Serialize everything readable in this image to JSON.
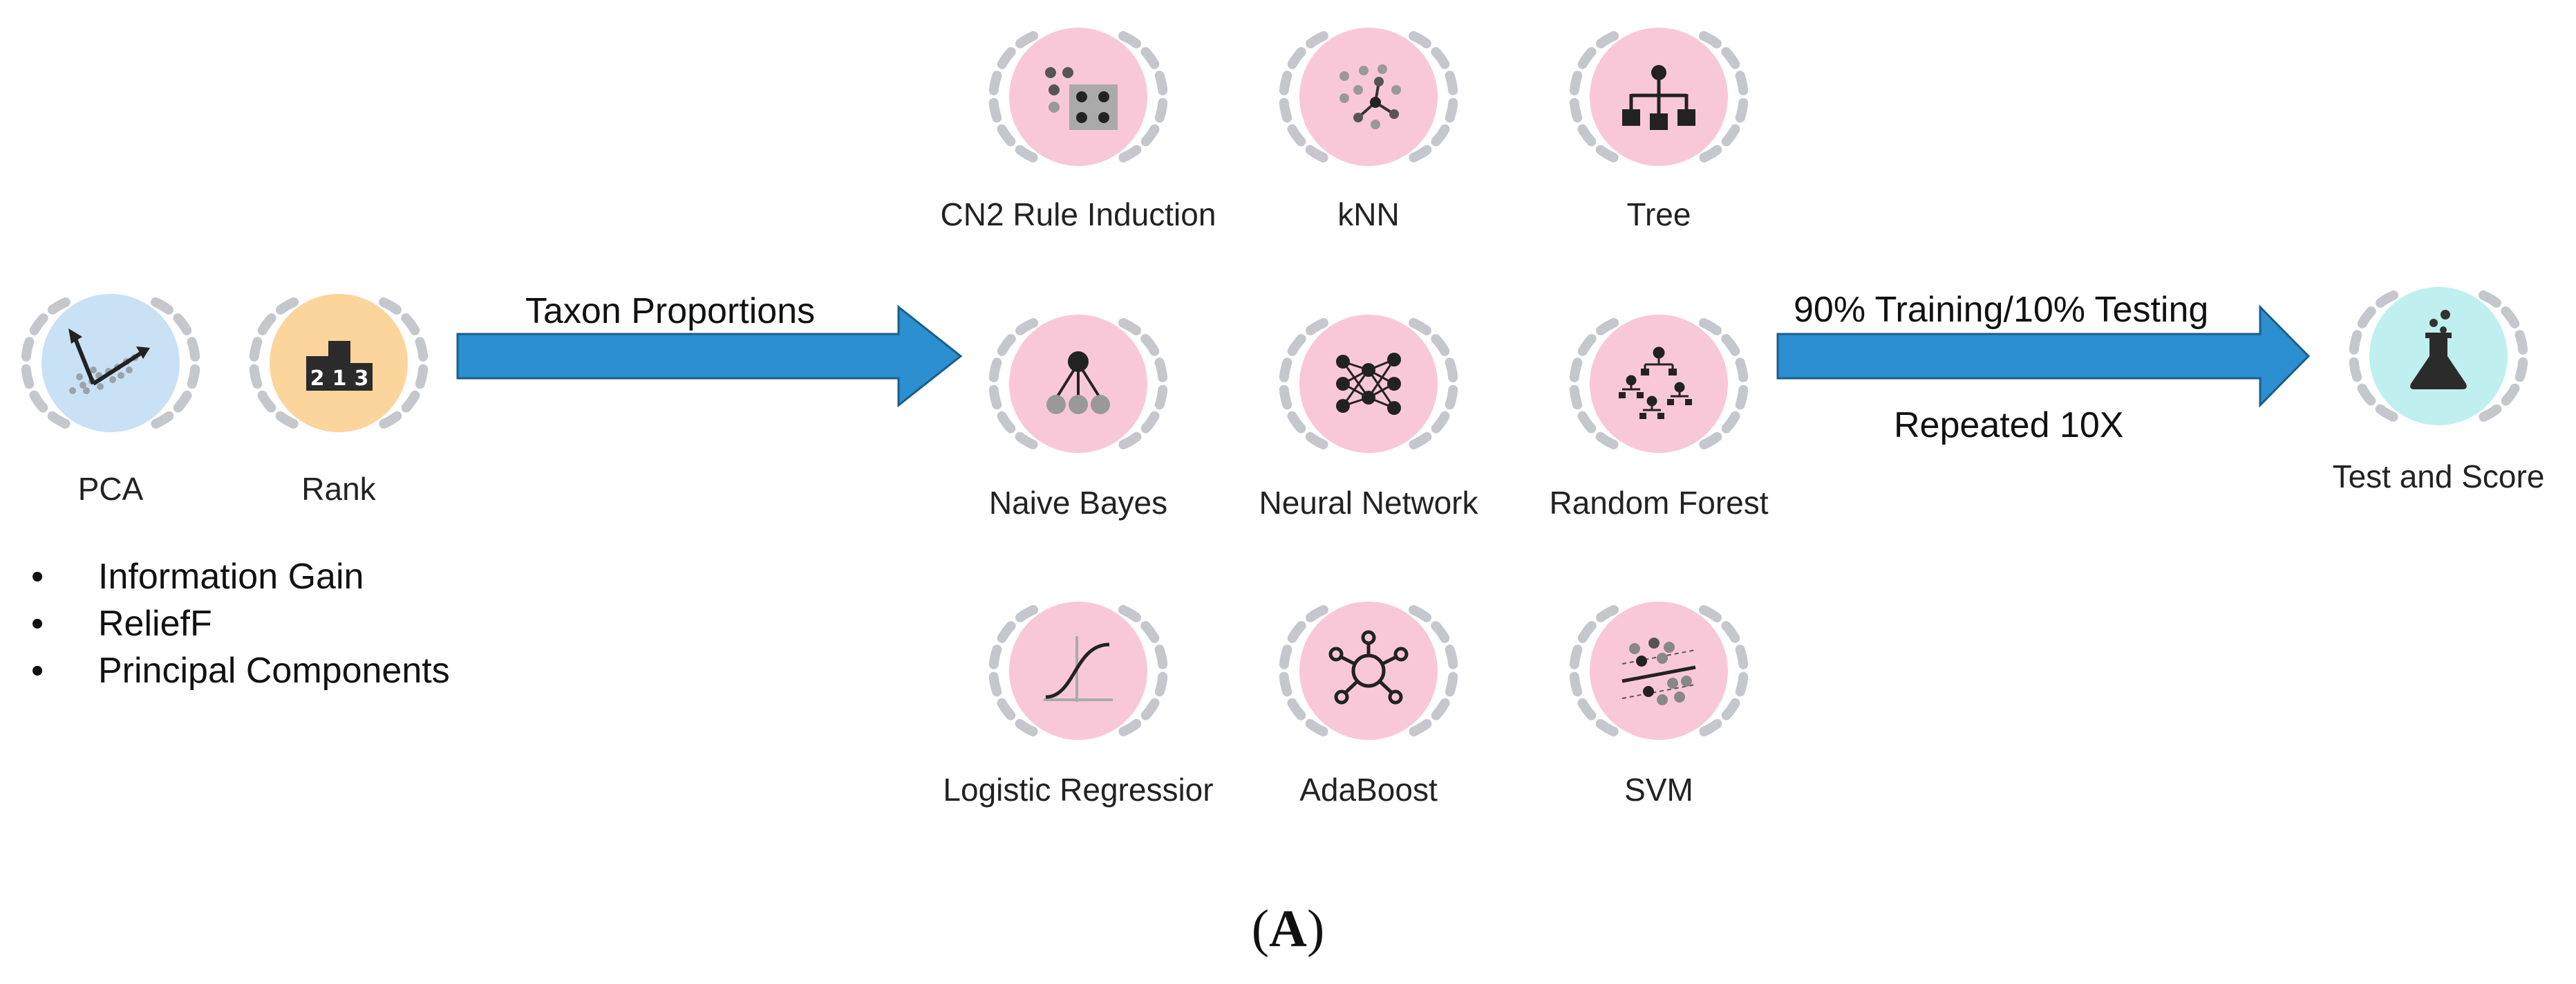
{
  "pipeline": {
    "feature_selection": {
      "widgets": [
        {
          "label": "PCA",
          "icon": "pca-icon",
          "color": "#c8e1f4"
        },
        {
          "label": "Rank",
          "icon": "rank-icon",
          "color": "#fbd59c"
        }
      ],
      "methods": [
        "Information Gain",
        "ReliefF",
        "Principal Components"
      ]
    },
    "input_arrow": {
      "label": "Taxon Proportions",
      "color": "#2b8fd0"
    },
    "learners": [
      {
        "label": "CN2 Rule Induction",
        "icon": "cn2-rule-induction-icon",
        "color": "#f9c8d8"
      },
      {
        "label": "kNN",
        "icon": "knn-icon",
        "color": "#f9c8d8"
      },
      {
        "label": "Tree",
        "icon": "tree-icon",
        "color": "#f9c8d8"
      },
      {
        "label": "Naive Bayes",
        "icon": "naive-bayes-icon",
        "color": "#f9c8d8"
      },
      {
        "label": "Neural Network",
        "icon": "neural-network-icon",
        "color": "#f9c8d8"
      },
      {
        "label": "Random Forest",
        "icon": "random-forest-icon",
        "color": "#f9c8d8"
      },
      {
        "label": "Logistic Regressior",
        "icon": "logistic-regression-icon",
        "color": "#f9c8d8"
      },
      {
        "label": "AdaBoost",
        "icon": "adaboost-icon",
        "color": "#f9c8d8"
      },
      {
        "label": "SVM",
        "icon": "svm-icon",
        "color": "#f9c8d8"
      }
    ],
    "evaluation_arrow": {
      "label_top": "90% Training/10% Testing",
      "label_bottom": "Repeated 10X",
      "color": "#2b8fd0"
    },
    "evaluation": {
      "label": "Test and Score",
      "icon": "test-and-score-icon",
      "color": "#bff0ef"
    }
  },
  "panel_label": {
    "open": "(",
    "letter": "A",
    "close": ")"
  }
}
